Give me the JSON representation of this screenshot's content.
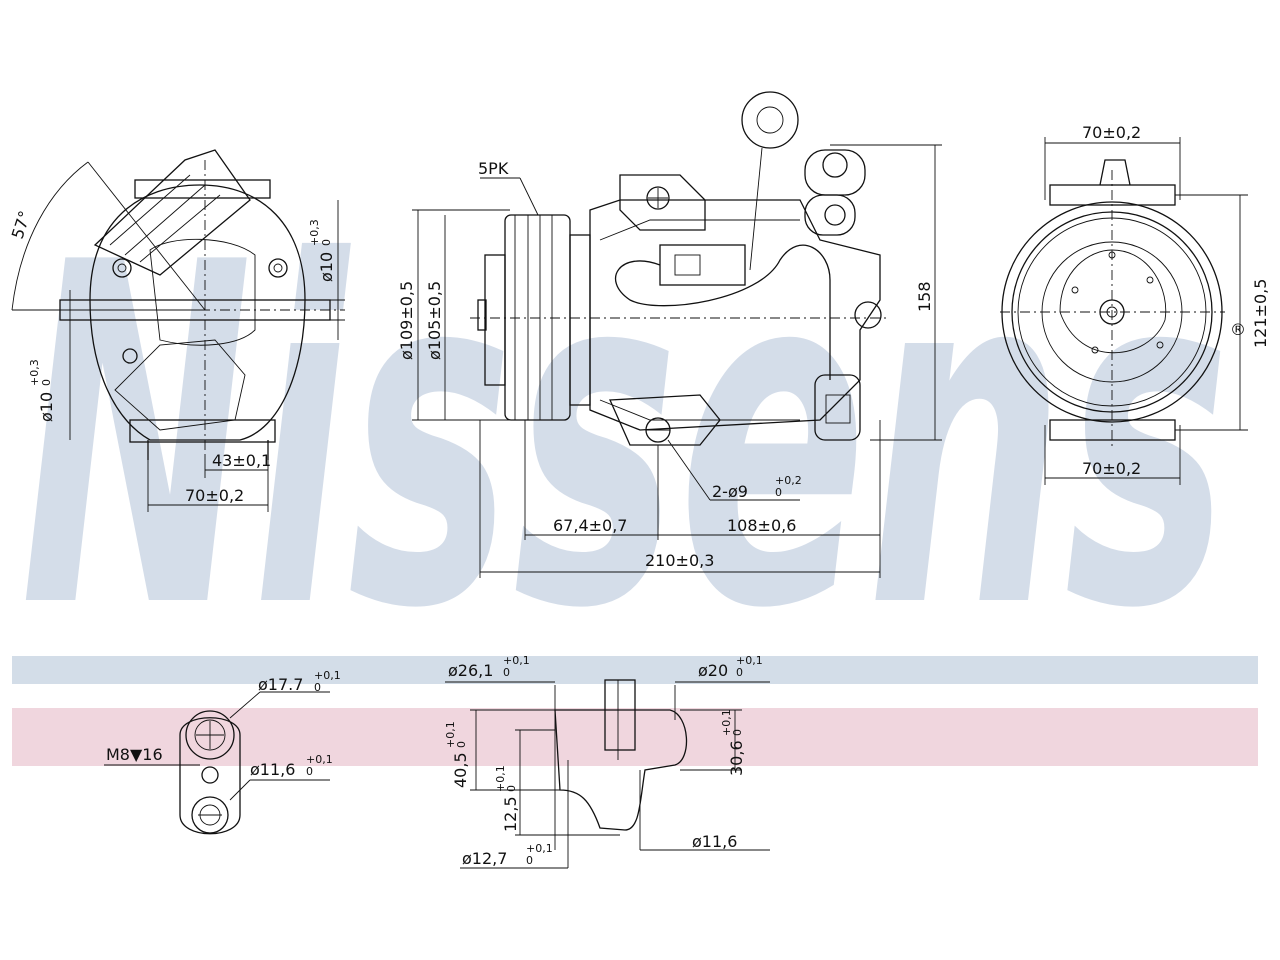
{
  "brand": {
    "watermark_text": "Nissens",
    "registered_mark": "®",
    "watermark_color": "#c9d4e4",
    "band_blue_color": "#d3dde8",
    "band_pink_color": "#f0d6de"
  },
  "left_view": {
    "angle": "57°",
    "dia_10": "ø10",
    "dia_10_tol_upper": "+0,3",
    "dia_10_tol_lower": "0",
    "dim_43": "43±0,1",
    "dim_70": "70±0,2"
  },
  "center_view": {
    "belt": "5PK",
    "dia_109": "ø109±0,5",
    "dia_105": "ø105±0,5",
    "height_158": "158",
    "holes": "2-ø9",
    "holes_tol_upper": "+0,2",
    "holes_tol_lower": "0",
    "dim_67": "67,4±0,7",
    "dim_108": "108±0,6",
    "dim_210": "210±0,3"
  },
  "right_view": {
    "top_70": "70±0,2",
    "bottom_70": "70±0,2",
    "dim_121": "121±0,5"
  },
  "port_detail": {
    "dia_17": "ø17.7",
    "dia_17_tol_upper": "+0,1",
    "dia_17_tol_lower": "0",
    "thread": "M8▼16",
    "dia_11_6": "ø11,6",
    "dia_11_6_tol_upper": "+0,1",
    "dia_11_6_tol_lower": "0"
  },
  "section_detail": {
    "dia_26": "ø26,1",
    "dia_26_tol_upper": "+0,1",
    "dia_26_tol_lower": "0",
    "dia_20": "ø20",
    "dia_20_tol_upper": "+0,1",
    "dia_20_tol_lower": "0",
    "dim_40_5": "40,5",
    "dim_40_5_tol_upper": "+0,1",
    "dim_40_5_tol_lower": "0",
    "dim_12_5": "12,5",
    "dim_12_5_tol_upper": "+0,1",
    "dim_12_5_tol_lower": "0",
    "dim_30_6": "30,6",
    "dim_30_6_tol_upper": "+0,1",
    "dim_30_6_tol_lower": "0",
    "dia_12_7": "ø12,7",
    "dia_12_7_tol_upper": "+0,1",
    "dia_12_7_tol_lower": "0",
    "dia_11_6_plain": "ø11,6"
  }
}
